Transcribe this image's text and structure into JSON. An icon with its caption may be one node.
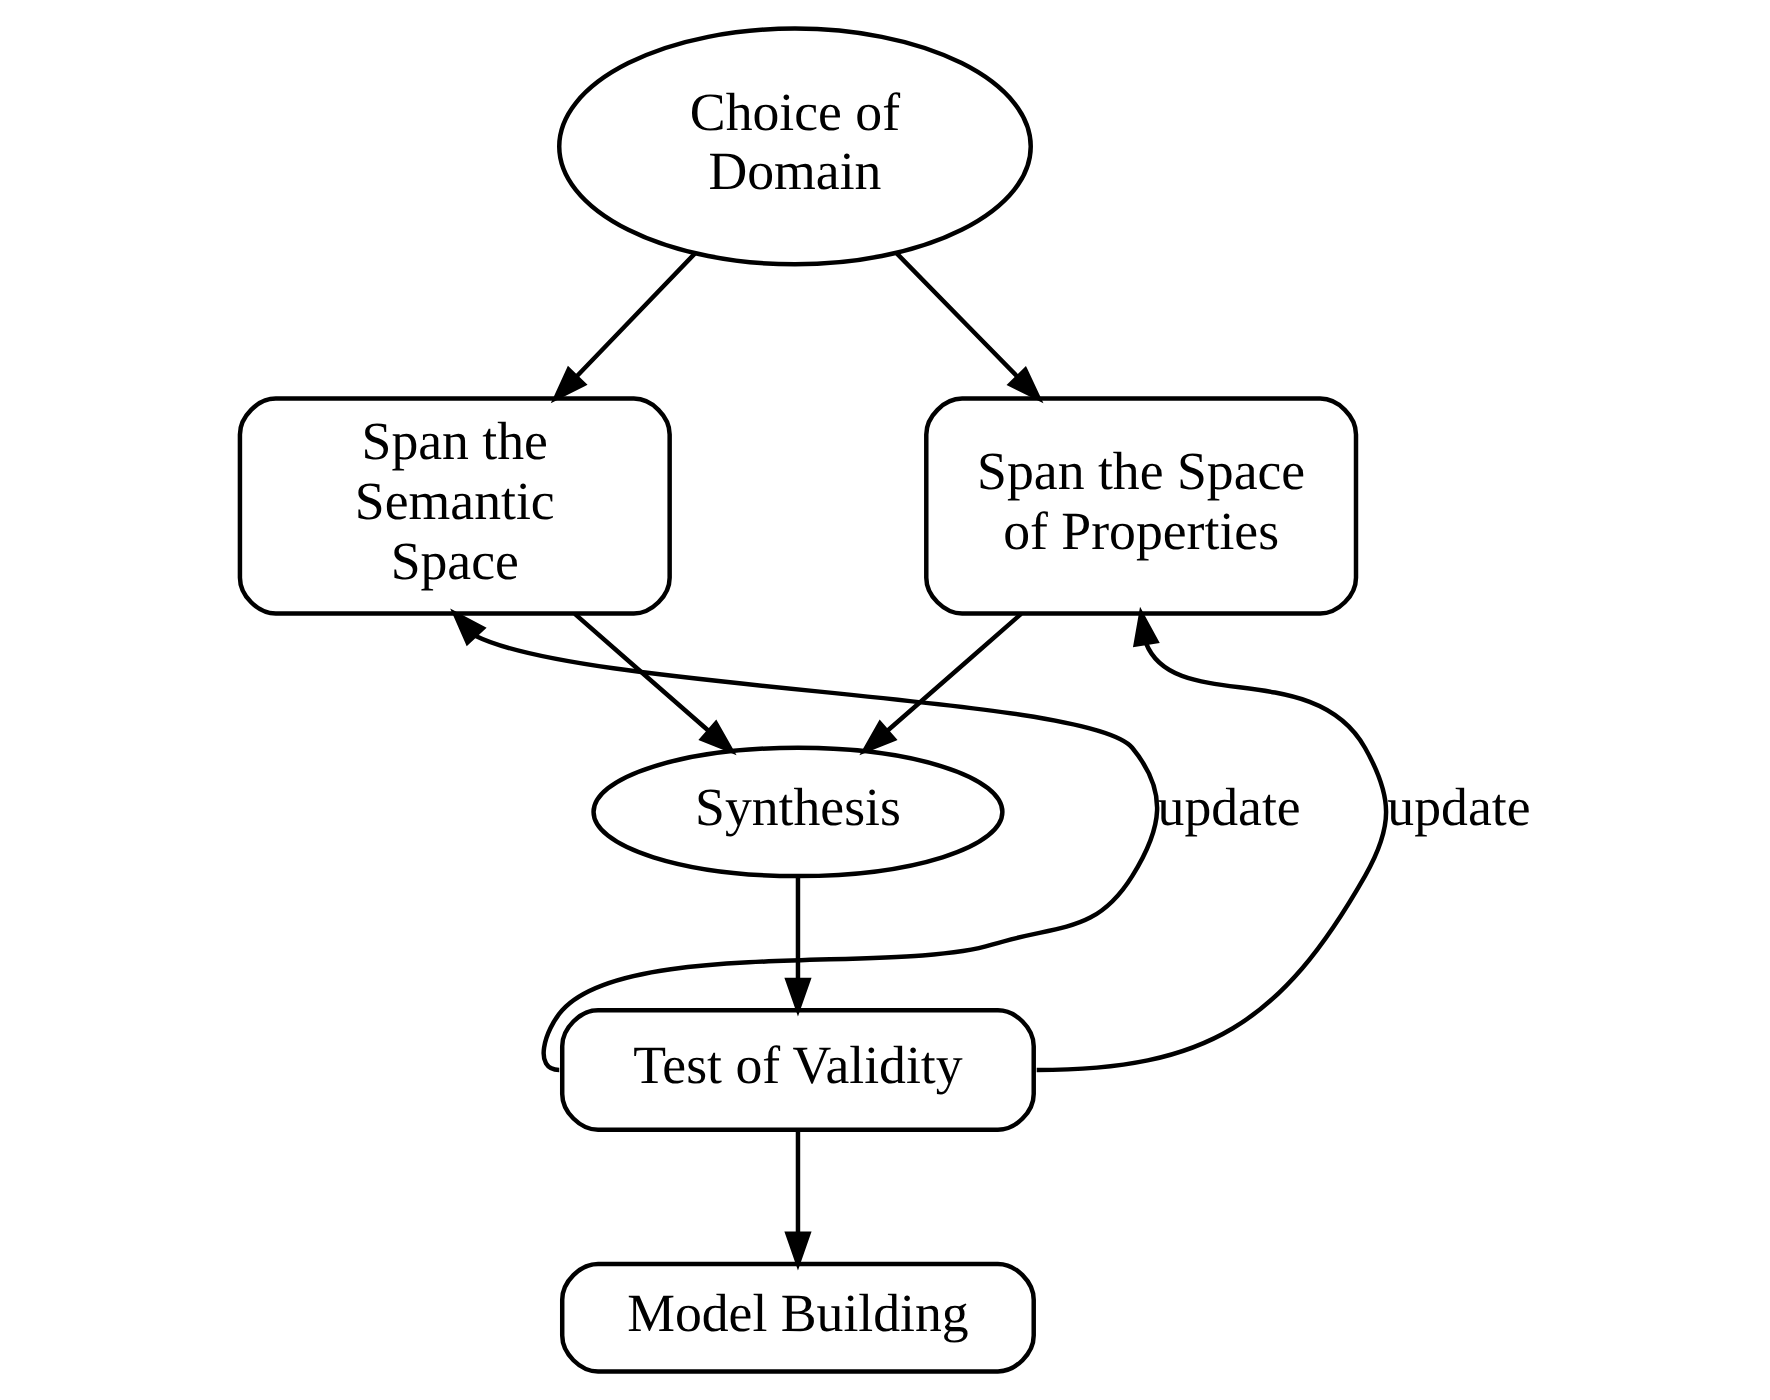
{
  "diagram": {
    "nodes": [
      {
        "text": [
          "Choice of Domain"
        ]
      },
      {
        "text": [
          "Span the Semantic Space"
        ]
      },
      {
        "text": [
          "Span the Space of Properties"
        ]
      },
      {
        "text": [
          "Synthesis"
        ]
      },
      {
        "text": [
          "Test of Validity"
        ]
      },
      {
        "text": [
          "Model Building"
        ]
      }
    ],
    "edges": [
      {
        "from": 0,
        "to": 1,
        "arrow": "to"
      },
      {
        "from": 0,
        "to": 2,
        "arrow": "to"
      },
      {
        "from": 1,
        "to": 3,
        "arrow": "to"
      },
      {
        "from": 2,
        "to": 3,
        "arrow": "to"
      },
      {
        "from": 3,
        "to": 4,
        "arrow": "to"
      },
      {
        "from": 4,
        "to": 1,
        "arrow": "to",
        "label": "update"
      },
      {
        "from": 4,
        "to": 2,
        "arrow": "to",
        "label": "update"
      },
      {
        "from": 4,
        "to": 5,
        "arrow": "to"
      }
    ]
  }
}
